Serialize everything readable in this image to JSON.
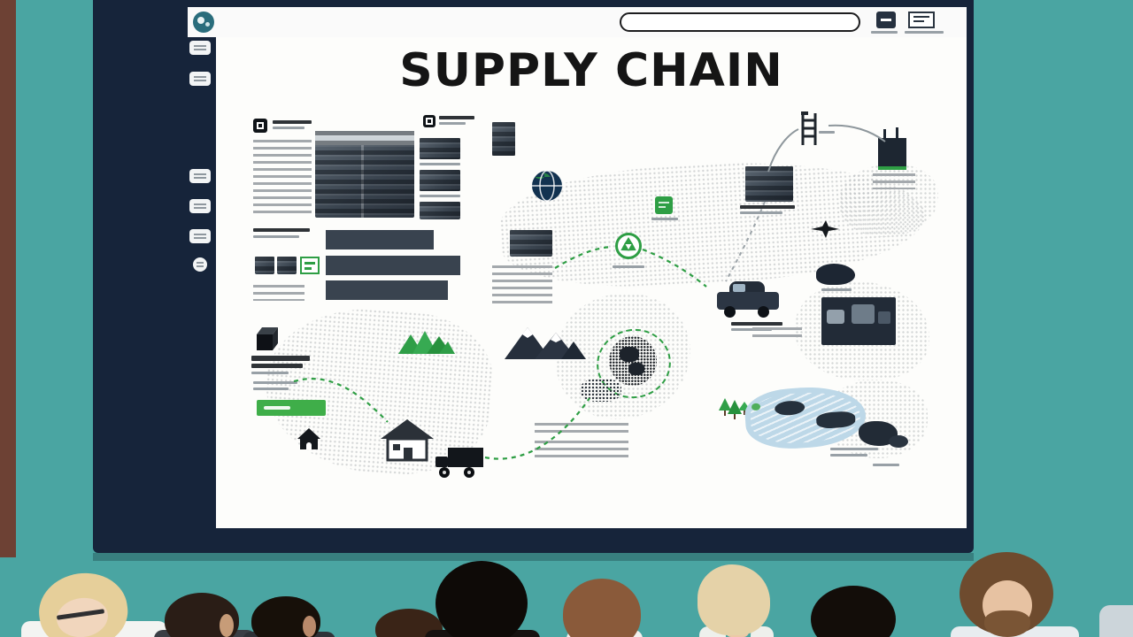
{
  "browser": {
    "address_value": ""
  },
  "slide": {
    "title": "SUPPLY CHAIN"
  },
  "colors": {
    "wall": "#4aa5a2",
    "trim": "#6d4134",
    "bezel": "#16243a",
    "slide_bg": "#fdfdfb",
    "green": "#2e9e44",
    "green_bright": "#3fae49",
    "bar": "#39434f",
    "water": "#bdd8e8",
    "title_ink": "#151515"
  },
  "icons": [
    "browser-logo",
    "globe",
    "shipping-containers-photo",
    "recycle",
    "green-package",
    "cargo-truck-photo",
    "crane-ladder",
    "port-cranes",
    "airplane",
    "cargo-heap",
    "delivery-van",
    "trucks-photo",
    "africa-globe",
    "green-mountains",
    "dark-mountains",
    "package-cube",
    "house-glyph",
    "house",
    "delivery-truck",
    "trees",
    "lake",
    "rocks"
  ],
  "audience": [
    {
      "name": "blonde-woman-glasses",
      "hair": "#e6cf9a",
      "skin": "#f1d6bd"
    },
    {
      "name": "dark-haired-person",
      "hair": "#2a1d16",
      "skin": "#c79c78"
    },
    {
      "name": "black-haired-man",
      "hair": "#171009",
      "skin": "#b98a6b"
    },
    {
      "name": "brown-haired-person",
      "hair": "#3a2417",
      "skin": "#caa083"
    },
    {
      "name": "afro-silhouette-person",
      "hair": "#0e0a07",
      "skin": "#0e0a07"
    },
    {
      "name": "auburn-haired-woman",
      "hair": "#8a5a3a",
      "skin": "#e9c4a4"
    },
    {
      "name": "blonde-man",
      "hair": "#e5d2a8",
      "skin": "#ecc9a6"
    },
    {
      "name": "afro-haired-person",
      "hair": "#130d09",
      "skin": "#130d09"
    },
    {
      "name": "bearded-man",
      "hair": "#6e4b2e",
      "skin": "#e7c2a2"
    }
  ]
}
